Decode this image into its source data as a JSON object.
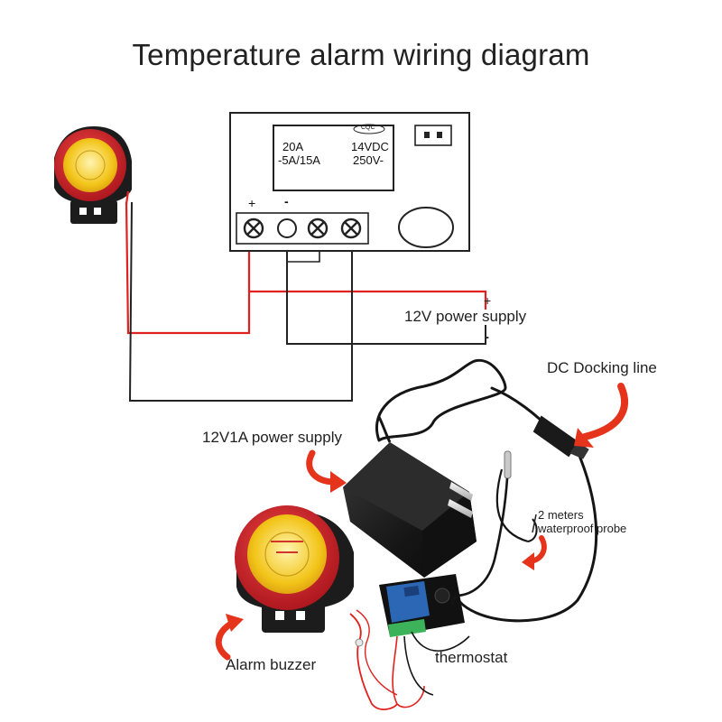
{
  "title": "Temperature alarm wiring diagram",
  "relay_box": {
    "cqc": "CQC",
    "rating_left_1": "20A",
    "rating_left_2": "-5A/15A",
    "rating_right_1": "14VDC",
    "rating_right_2": "250V-",
    "terminal_plus": "+",
    "terminal_minus": "-"
  },
  "labels": {
    "power_supply_12v": "12V power supply",
    "supply_plus": "+",
    "supply_minus": "-",
    "dc_docking_line": "DC Docking line",
    "power_supply_12v1a": "12V1A  power supply",
    "probe_line_1": "2 meters",
    "probe_line_2": "waterproof probe",
    "thermostat": "thermostat",
    "alarm_buzzer": "Alarm buzzer"
  },
  "colors": {
    "positive_wire": "#e0211f",
    "negative_wire": "#222222",
    "accent_arrow": "#e5331c",
    "buzzer_red": "#d8232a",
    "buzzer_yellow": "#f2c418",
    "adapter_black": "#1c1c1c",
    "pcb_blue": "#2b67b5"
  },
  "icons": [
    "buzzer-icon",
    "power-adapter-icon",
    "temperature-probe-icon",
    "thermostat-board-icon",
    "curved-arrow-icon"
  ]
}
